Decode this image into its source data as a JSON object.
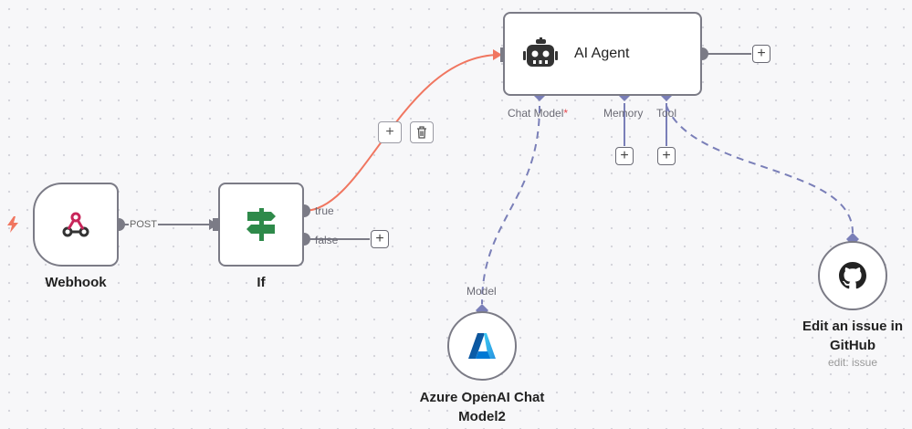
{
  "nodes": {
    "webhook": {
      "label": "Webhook",
      "output_label": "POST"
    },
    "if": {
      "label": "If",
      "true_label": "true",
      "false_label": "false"
    },
    "ai_agent": {
      "label": "AI Agent",
      "ports": {
        "chat_model": "Chat Model",
        "required_mark": "*",
        "memory": "Memory",
        "tool": "Tool"
      }
    },
    "azure": {
      "label_line1": "Azure OpenAI Chat",
      "label_line2": "Model2",
      "port_label": "Model"
    },
    "github": {
      "label_line1": "Edit an issue in",
      "label_line2": "GitHub",
      "subtitle": "edit: issue"
    }
  },
  "controls": {
    "plus_symbol": "+",
    "delete_symbol": "🗑"
  },
  "colors": {
    "active_connection": "#f07660",
    "sub_connection": "#7a7fb8",
    "node_border": "#7b7b86",
    "required": "#e5484d"
  },
  "icons": {
    "trigger": "lightning-icon",
    "webhook": "webhook-icon",
    "if": "signpost-icon",
    "ai_agent": "robot-icon",
    "azure": "azure-icon",
    "github": "github-icon",
    "delete": "trash-icon"
  }
}
